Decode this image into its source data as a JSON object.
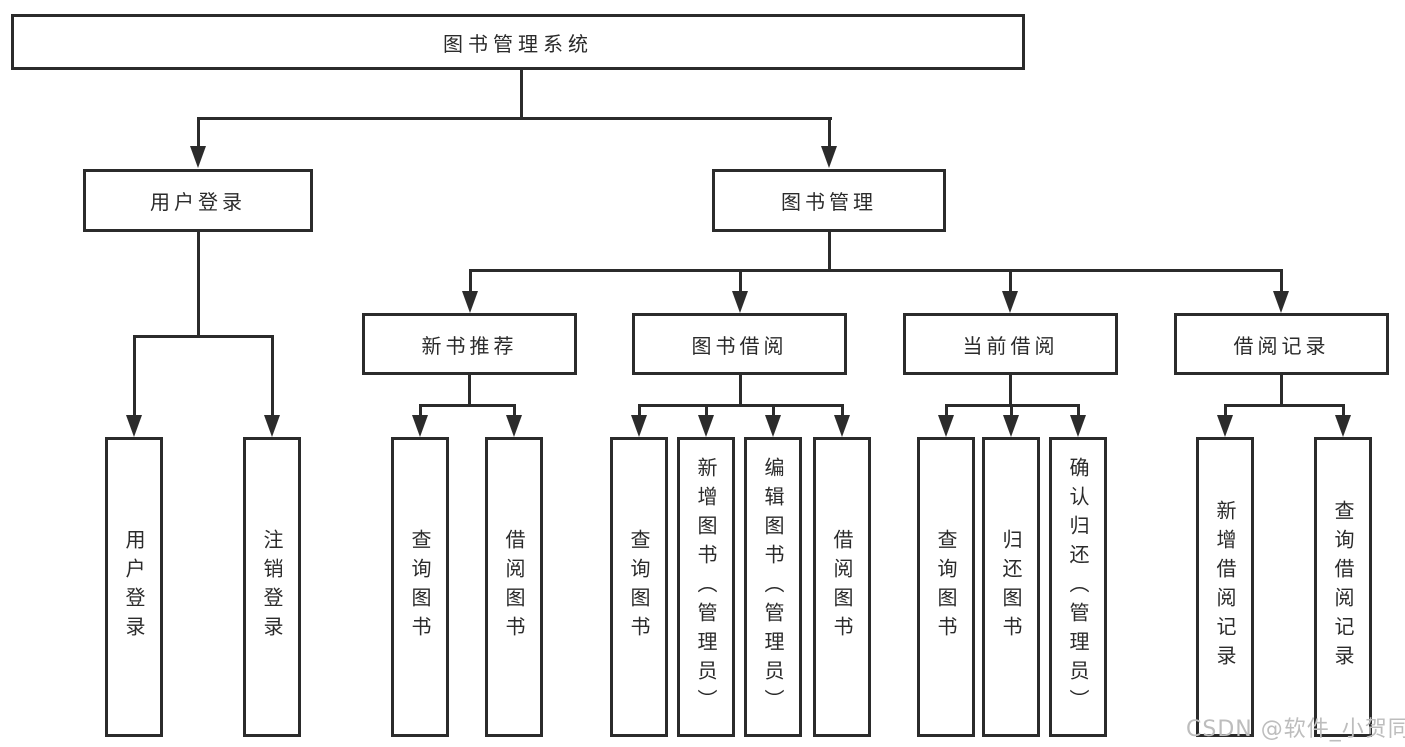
{
  "diagram": {
    "type": "tree",
    "root": {
      "label": "图书管理系统"
    },
    "branches": [
      {
        "label": "用户登录",
        "children": [
          {
            "label": "用户登录"
          },
          {
            "label": "注销登录"
          }
        ]
      },
      {
        "label": "图书管理",
        "children": [
          {
            "label": "新书推荐",
            "children": [
              {
                "label": "查询图书"
              },
              {
                "label": "借阅图书"
              }
            ]
          },
          {
            "label": "图书借阅",
            "children": [
              {
                "label": "查询图书"
              },
              {
                "label": "新增图书（管理员）"
              },
              {
                "label": "编辑图书（管理员）"
              },
              {
                "label": "借阅图书"
              }
            ]
          },
          {
            "label": "当前借阅",
            "children": [
              {
                "label": "查询图书"
              },
              {
                "label": "归还图书"
              },
              {
                "label": "确认归还（管理员）"
              }
            ]
          },
          {
            "label": "借阅记录",
            "children": [
              {
                "label": "新增借阅记录"
              },
              {
                "label": "查询借阅记录"
              }
            ]
          }
        ]
      }
    ],
    "watermark": {
      "text": "CSDN @软件_小贺同学"
    },
    "colors": {
      "line": "#2b2b2b",
      "box_border": "#2b2b2b",
      "box_fill": "#ffffff",
      "background": "#ffffff",
      "watermark": "#bdbdbd"
    }
  }
}
